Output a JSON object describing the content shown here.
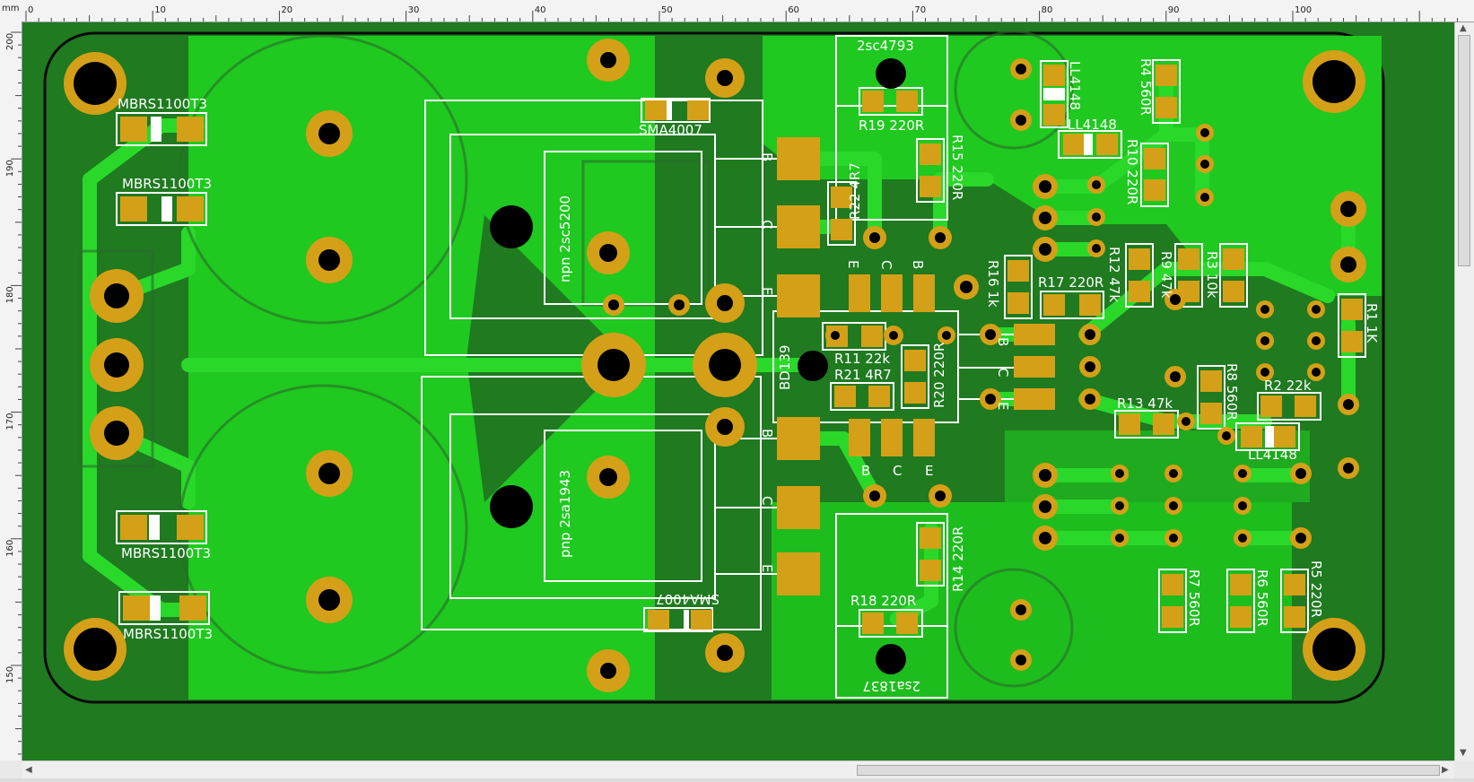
{
  "ruler": {
    "unit": "mm",
    "x_ticks": [
      "0",
      "10",
      "20",
      "30",
      "40",
      "50",
      "60",
      "70",
      "80",
      "90",
      "100"
    ],
    "y_ticks": [
      "200",
      "190",
      "180",
      "170",
      "160",
      "150"
    ]
  },
  "colors": {
    "board_dark": "#1f7a20",
    "copper_fill": "#1fc91f",
    "trace": "#2ad82a",
    "pad": "#d4a017",
    "hole": "#000000",
    "silkscreen": "#ffffff"
  },
  "labels": {
    "mbr1": "MBRS1100T3",
    "mbr2": "MBRS1100T3",
    "mbr3": "MBRS1100T3",
    "mbr4": "MBRS1100T3",
    "sma_top": "SMA4007",
    "sma_bot": "SMA4007",
    "npn": "npn 2sc5200",
    "pnp": "pnp 2sa1943",
    "q_top": "2sc4793",
    "q_bot": "2sa1837",
    "bd139": "BD139",
    "r19": "R19 220R",
    "r22": "R22 4R7",
    "r15": "R15 220R",
    "r16": "R16 1k",
    "r17": "R17 220R",
    "r12": "R12 47k",
    "r9": "R9 47k",
    "r3": "R3 10k",
    "r4": "R4 560R",
    "r10": "R10 220R",
    "r1": "R1 1K",
    "r11": "R11 22k",
    "r21": "R21 4R7",
    "r20": "R20 220R",
    "r13": "R13 47k",
    "r8": "R8 560R",
    "r2": "R2 22k",
    "r14": "R14 220R",
    "r18": "R18 220R",
    "r7": "R7 560R",
    "r6": "R6 560R",
    "r5": "R5 220R",
    "ll1": "LL4148",
    "ll2": "LL4148",
    "ll3": "LL4148",
    "pin_b": "B",
    "pin_c": "C",
    "pin_e": "E"
  }
}
